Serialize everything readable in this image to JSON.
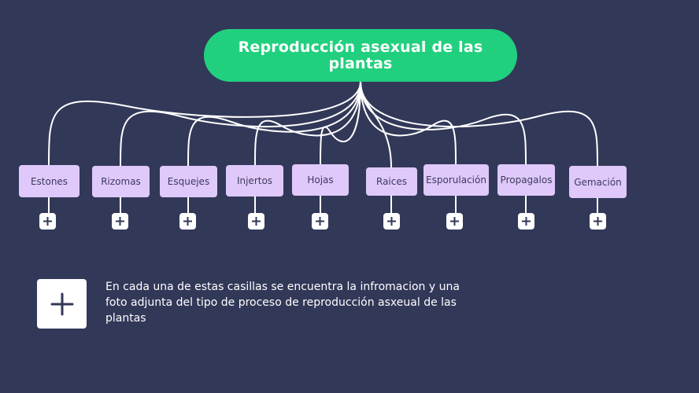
{
  "diagram": {
    "root": {
      "title": "Reproducción asexual de las plantas"
    },
    "nodes": [
      {
        "label": "Estones"
      },
      {
        "label": "Rizomas"
      },
      {
        "label": "Esquejes"
      },
      {
        "label": "Injertos"
      },
      {
        "label": "Hojas"
      },
      {
        "label": "Raices"
      },
      {
        "label": "Esporulación"
      },
      {
        "label": "Propagalos"
      },
      {
        "label": "Gemación"
      }
    ],
    "expand_icon": "plus-icon"
  },
  "legend": {
    "icon": "plus-icon",
    "text": "En cada una de estas casillas se encuentra la infromacion y una foto adjunta del tipo de proceso de reproducción asxeual de las plantas"
  },
  "colors": {
    "background": "#323858",
    "root_fill": "#21d07e",
    "node_fill": "#dfc9fb",
    "node_text": "#3c3a5c",
    "connector": "#ffffff"
  }
}
